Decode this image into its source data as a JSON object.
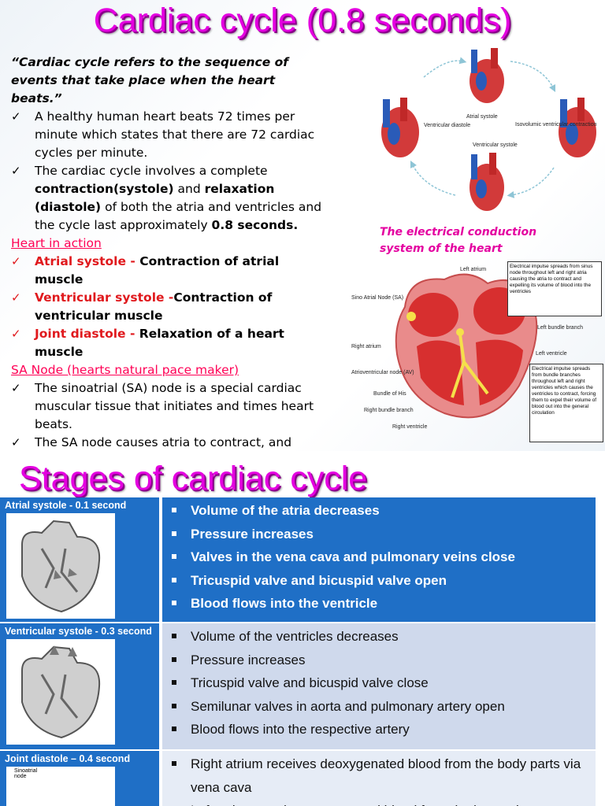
{
  "slide1": {
    "title": "Cardiac cycle (0.8 seconds)",
    "quote": "“Cardiac cycle refers to the sequence of events that take place when the heart beats.”",
    "check_mark": "✓",
    "bullets": [
      "A healthy human heart beats 72 times per minute which states that there are 72 cardiac cycles per minute.",
      {
        "p1": "The cardiac cycle involves a complete ",
        "b1": "contraction(systole)",
        "p2": "  and ",
        "b2": "relaxation (diastole)",
        "p3": " of both the atria and ventricles and the cycle last approximately ",
        "b3": "0.8 seconds."
      }
    ],
    "heart_in_action_heading": "Heart in action",
    "actions": [
      {
        "red": "Atrial systole - ",
        "black": "Contraction of atrial muscle"
      },
      {
        "red": "Ventricular systole -",
        "black": "Contraction of ventricular muscle"
      },
      {
        "red": "Joint diastole - ",
        "black": "Relaxation of a heart muscle"
      }
    ],
    "sa_heading": "SA Node (hearts natural pace maker)",
    "sa_bullets": [
      "The sinoatrial (SA) node is a special cardiac muscular tissue that initiates and times heart beats.",
      "The SA node causes atria to contract, and sends the signal to the atrio ventricular (AV) node to signal the ventricles to contract."
    ],
    "cycle_labels": {
      "atrial": "Atrial systole",
      "ventricular_diastole": "Ventricular diastole",
      "isovolumic": "Isovolumic ventricular contraction",
      "ventricular_systole": "Ventricular systole"
    },
    "conduction_caption": "The electrical conduction system of the heart",
    "conduction_labels": {
      "left_atrium": "Left atrium",
      "sa_node": "Sino Atrial Node (SA)",
      "right_atrium": "Right atrium",
      "av_node": "Atrioventricular node (AV)",
      "bundle_his": "Bundle of His",
      "right_bundle": "Right bundle branch",
      "right_ventricle": "Right ventricle",
      "left_bundle": "Left bundle branch",
      "left_ventricle": "Left ventricle",
      "note_top": "Electrical impulse spreads from sinus node throughout left and right atria causing the atria to contract and expelling its volume of blood into the ventricles",
      "note_bottom": "Electrical impulse spreads from bundle branches throughout left and right ventricles which causes the ventricles to contract, forcing them to expel their volume of blood out into the general circulation"
    }
  },
  "slide2": {
    "title": "Stages of cardiac cycle",
    "rows": [
      {
        "label": "Atrial systole - 0.1 second",
        "items": [
          "Volume of the atria decreases",
          "Pressure increases",
          "Valves in the vena cava and pulmonary veins close",
          "Tricuspid valve and bicuspid valve open",
          "Blood flows into the ventricle"
        ]
      },
      {
        "label": "Ventricular systole - 0.3 second",
        "items": [
          "Volume of the ventricles decreases",
          "Pressure increases",
          "Tricuspid valve and bicuspid valve close",
          "Semilunar valves in aorta and pulmonary artery open",
          "Blood flows into the respective artery"
        ]
      },
      {
        "label": "Joint diastole – 0.4 second",
        "sublabel": "Sinoatrial node",
        "items": [
          "Right atrium receives deoxygenated blood from the body parts via vena cava",
          "Left atrium receives oxygenated blood from the lungs via"
        ]
      }
    ]
  },
  "colors": {
    "title": "#e400e0",
    "accent_red": "#e0191d",
    "section_pink": "#ff0055",
    "table_blue": "#1f6fc6",
    "row2_bg": "#cfd9ec",
    "row3_bg": "#e6ecf6"
  }
}
